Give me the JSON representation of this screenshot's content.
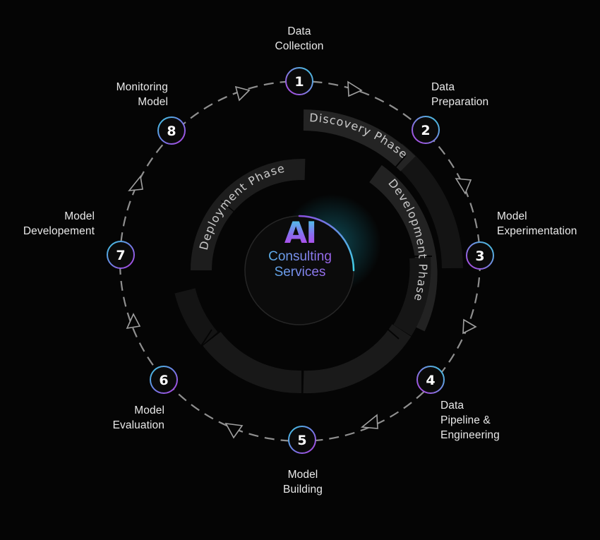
{
  "diagram": {
    "center": {
      "title": "AI",
      "subtitle_line1": "Consulting",
      "subtitle_line2": "Services"
    },
    "phases": [
      {
        "id": "discovery",
        "label": "Discovery Phase"
      },
      {
        "id": "development",
        "label": "Development Phase"
      },
      {
        "id": "deployment",
        "label": "Deployment Phase"
      }
    ],
    "steps": [
      {
        "number": "1",
        "line1": "Data",
        "line2": "Collection"
      },
      {
        "number": "2",
        "line1": "Data",
        "line2": "Preparation"
      },
      {
        "number": "3",
        "line1": "Model",
        "line2": "Experimentation"
      },
      {
        "number": "4",
        "line1": "Data",
        "line2": "Pipeline &",
        "line3": "Engineering"
      },
      {
        "number": "5",
        "line1": "Model",
        "line2": "Building"
      },
      {
        "number": "6",
        "line1": "Model",
        "line2": "Evaluation"
      },
      {
        "number": "7",
        "line1": "Model",
        "line2": "Developement"
      },
      {
        "number": "8",
        "line1": "Monitoring",
        "line2": "Model"
      }
    ],
    "colors": {
      "background": "#050505",
      "band": "#1f1f1f",
      "band_dark": "#161616",
      "dashed_path": "#9a9a9a",
      "gradient_cyan": "#3fc8e0",
      "gradient_purple": "#b040e0",
      "label_text": "#e9e9e9",
      "phase_text": "#c9c9c9"
    }
  }
}
